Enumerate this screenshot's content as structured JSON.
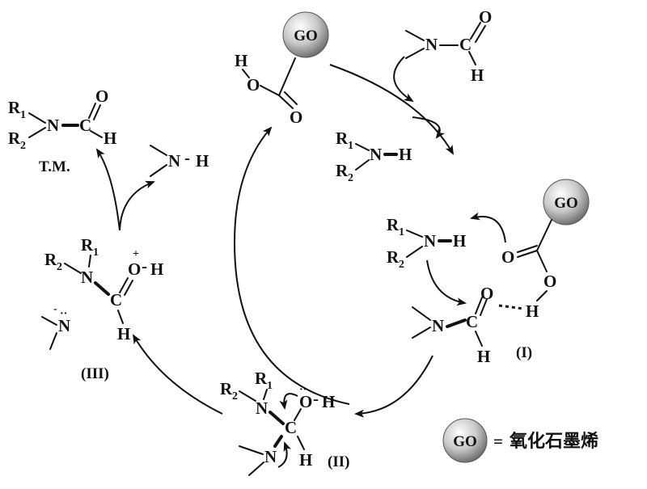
{
  "legend": {
    "badge": "GO",
    "equals": "=",
    "meaning": "氧化石墨烯"
  },
  "reagents": {
    "graphene_oxide_top": "GO",
    "graphene_oxide_mid": "GO",
    "carboxyl_h": "H",
    "carboxyl_o1": "O",
    "carboxyl_o2": "O",
    "dmf_n": "N",
    "dmf_c": "C",
    "dmf_o": "O",
    "dmf_h": "H",
    "amine_r1": "R",
    "amine_r2": "R",
    "amine_n": "N",
    "amine_h": "H",
    "sub1": "1",
    "sub2": "2"
  },
  "intermediates": {
    "I": "(I)",
    "II": "(II)",
    "III": "(III)"
  },
  "product": {
    "tm": "T.M.",
    "n": "N",
    "c": "C",
    "o": "O",
    "h": "H"
  },
  "byproduct": {
    "n": "N",
    "h": "H"
  },
  "charges": {
    "plus": "+",
    "minus": "-",
    "dash": "-",
    "dots": "··"
  }
}
